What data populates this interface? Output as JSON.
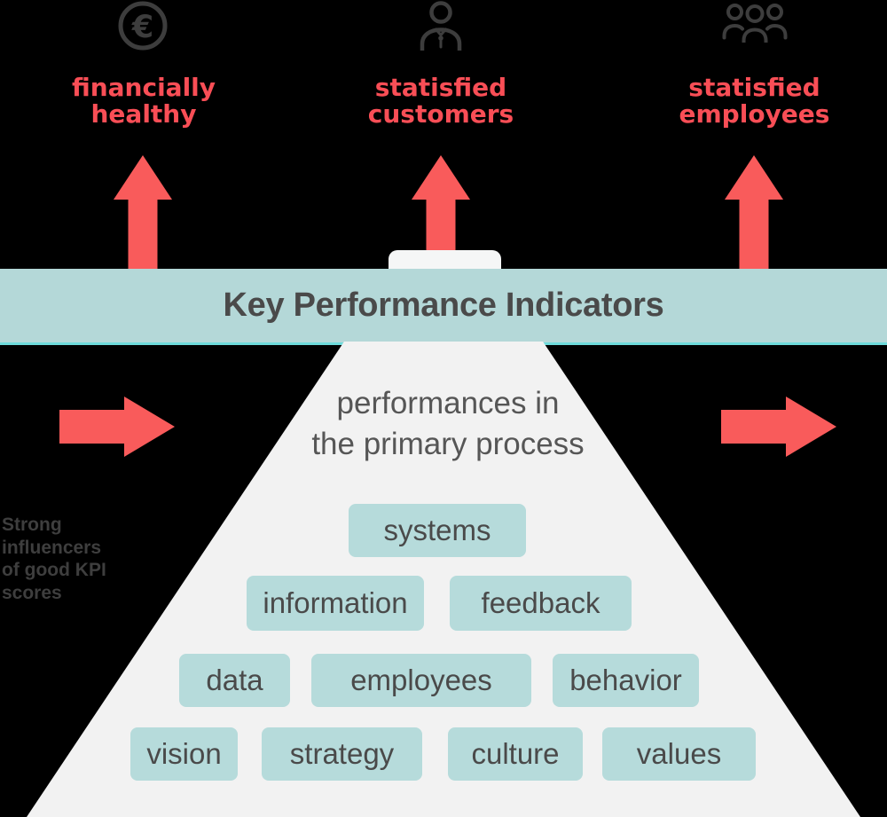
{
  "colors": {
    "background": "#000000",
    "red_text": "#f94e56",
    "red_arrow": "#f95b5b",
    "band_teal": "#b4d8d8",
    "band_edge_cyan": "#6edcdc",
    "box_teal": "#b6dbdb",
    "pyramid_gray": "#f2f2f2",
    "dark_text": "#4a4a4a",
    "icon_gray": "#3d3d3d"
  },
  "icons": {
    "euro_glyph": "€",
    "euro": "euro-coin-icon",
    "customer": "customer-person-icon",
    "employees": "employees-group-icon"
  },
  "outcomes": [
    {
      "label": "financially healthy",
      "lines": [
        "financially",
        "healthy"
      ]
    },
    {
      "label": "statisfied customers",
      "lines": [
        "statisfied",
        "customers"
      ]
    },
    {
      "label": "statisfied employees",
      "lines": [
        "statisfied",
        "employees"
      ]
    }
  ],
  "band": {
    "title": "Key Performance Indicators"
  },
  "pyramid": {
    "subtitle": "performances in the primary process",
    "subtitle_lines": [
      "performances in",
      "the primary process"
    ],
    "boxes": [
      {
        "label": "systems"
      },
      {
        "label": "information"
      },
      {
        "label": "feedback"
      },
      {
        "label": "data"
      },
      {
        "label": "employees"
      },
      {
        "label": "behavior"
      },
      {
        "label": "vision"
      },
      {
        "label": "strategy"
      },
      {
        "label": "culture"
      },
      {
        "label": "values"
      }
    ]
  },
  "side_note": {
    "text": "Strong influencers of good KPI scores",
    "lines": [
      "Strong",
      "influencers",
      "of good KPI",
      "scores"
    ]
  }
}
